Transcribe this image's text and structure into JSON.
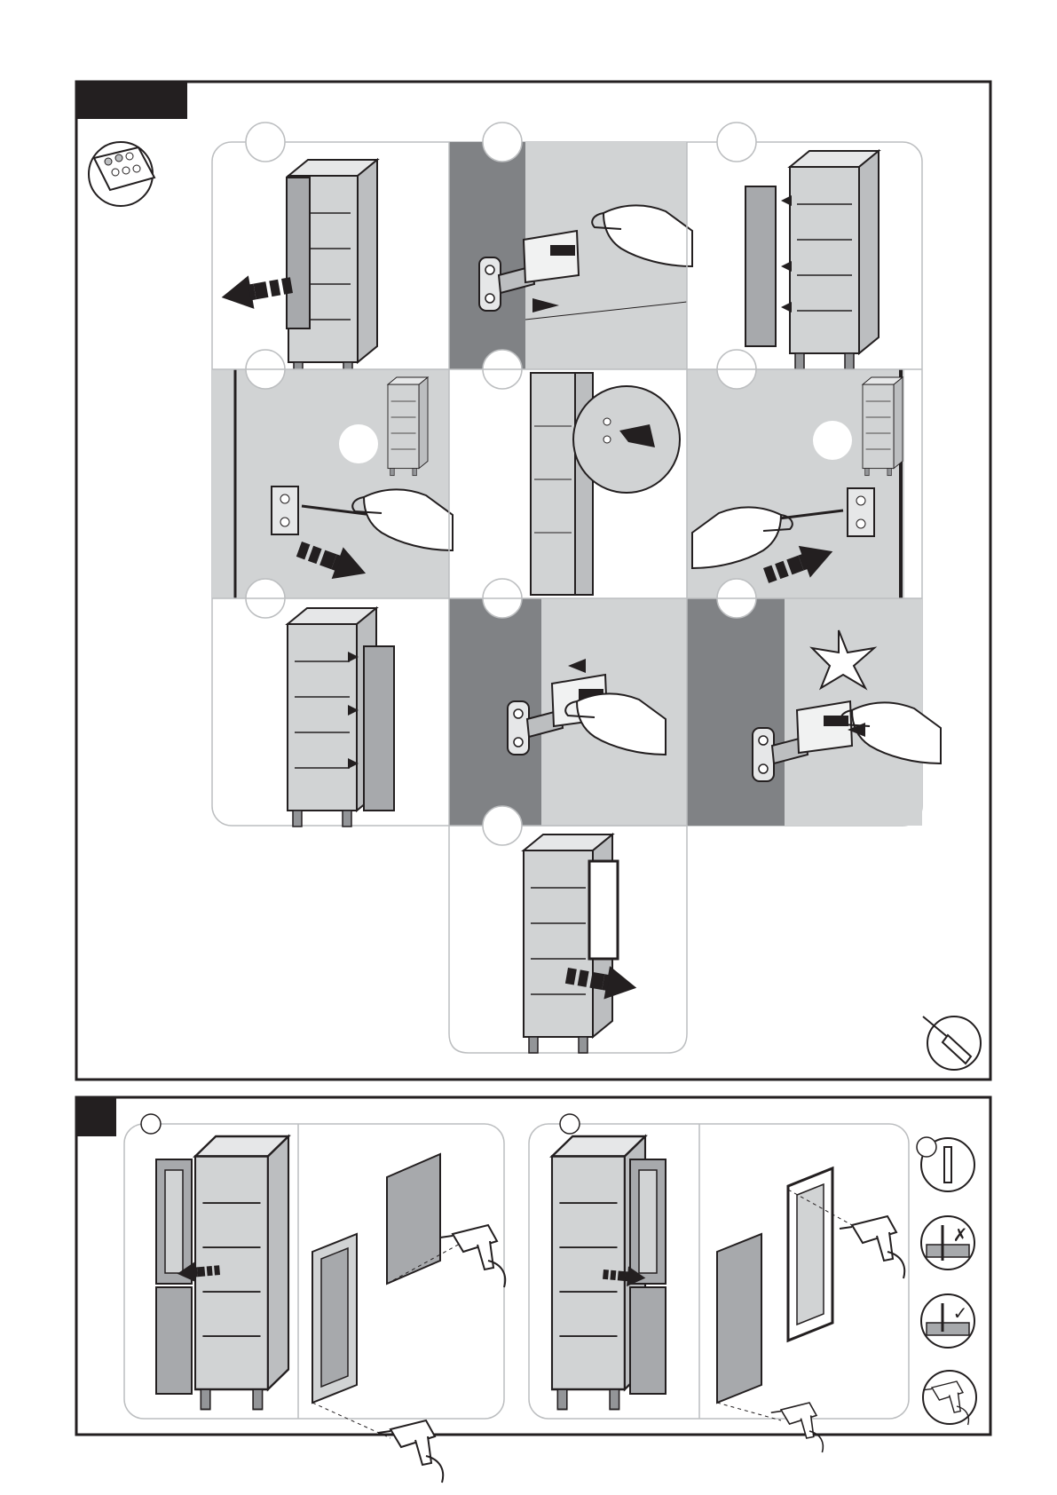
{
  "page": {
    "title": "",
    "background": "#ffffff",
    "ink": "#231f20",
    "panel_fill": "#d1d3d4",
    "dark_fill": "#808285"
  },
  "sections": [
    {
      "id": "upper",
      "tab_label": "",
      "tool_icon": "screwdriver-icon",
      "consumables_icon": "hardware-bag-icon",
      "steps": [
        {
          "number": "",
          "topic": "open-door"
        },
        {
          "number": "",
          "topic": "release-hinge"
        },
        {
          "number": "",
          "topic": "remove-door"
        },
        {
          "number": "",
          "topic": "unscrew-hinge-plate-left"
        },
        {
          "number": "",
          "topic": "press-out-plug"
        },
        {
          "number": "",
          "topic": "screw-hinge-plate-right"
        },
        {
          "number": "",
          "topic": "attach-door"
        },
        {
          "number": "",
          "topic": "slide-hinge"
        },
        {
          "number": "",
          "topic": "click-hinge"
        },
        {
          "number": "",
          "topic": "close-door"
        }
      ]
    },
    {
      "id": "lower",
      "tab_label": "",
      "tool_icon": "drill-icon",
      "options": [
        {
          "marker": "",
          "topic": "left-hinged-door"
        },
        {
          "marker": "",
          "topic": "right-hinged-door"
        }
      ],
      "warnings": [
        {
          "icon": "wall-plug-icon",
          "marker": ""
        },
        {
          "icon": "drill-wrong-icon",
          "marker": "✗"
        },
        {
          "icon": "drill-correct-icon",
          "marker": "✓"
        }
      ]
    }
  ]
}
